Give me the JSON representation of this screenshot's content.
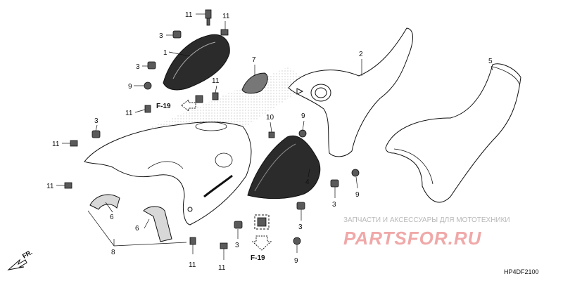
{
  "callouts": {
    "c1": "1",
    "c2": "2",
    "c3": "3",
    "c4": "4",
    "c5": "5",
    "c6": "6",
    "c7": "7",
    "c8": "8",
    "c9": "9",
    "c10": "10",
    "c11": "11"
  },
  "refs": {
    "ref_top": "F-19",
    "ref_bottom": "F-19"
  },
  "direction_label": "FR.",
  "watermark": {
    "caption": "ЗАПЧАСТИ И АКСЕССУАРЫ ДЛЯ МОТОТЕХНИКИ",
    "brand": "PARTSFOR.RU",
    "brand_color": "#e57373"
  },
  "diagram_code": "HP4DF2100"
}
